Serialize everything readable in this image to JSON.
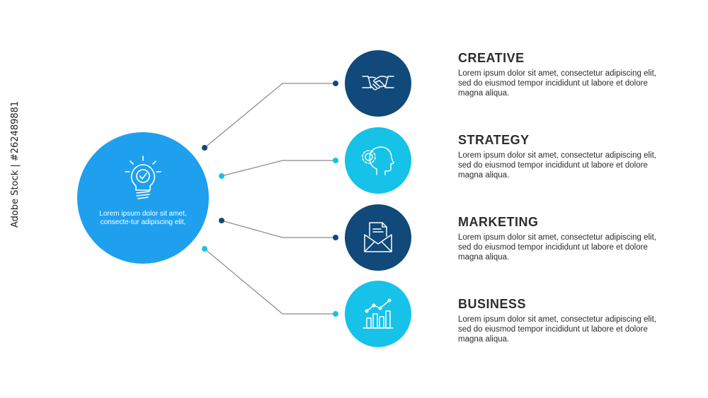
{
  "hub": {
    "text": "Lorem ipsum dolor sit amet, consecte-tur adipiscing elit,",
    "icon": "lightbulb-check-icon",
    "color": "#1ea0ee"
  },
  "items": [
    {
      "title": "CREATIVE",
      "text": "Lorem ipsum dolor sit amet, consectetur adipiscing elit, sed do eiusmod tempor incididunt ut labore et dolore magna aliqua.",
      "icon": "handshake-icon",
      "color": "#10497a"
    },
    {
      "title": "STRATEGY",
      "text": "Lorem ipsum dolor sit amet, consectetur adipiscing elit, sed do eiusmod tempor incididunt ut labore et dolore magna aliqua.",
      "icon": "head-gear-icon",
      "color": "#16c2e8"
    },
    {
      "title": "MARKETING",
      "text": "Lorem ipsum dolor sit amet, consectetur adipiscing elit, sed do eiusmod tempor incididunt ut labore et dolore magna aliqua.",
      "icon": "envelope-document-icon",
      "color": "#10497a"
    },
    {
      "title": "BUSINESS",
      "text": "Lorem ipsum dolor sit amet, consectetur adipiscing elit, sed do eiusmod tempor incididunt ut labore et dolore magna aliqua.",
      "icon": "bar-chart-growth-icon",
      "color": "#16c2e8"
    }
  ],
  "watermark": "Adobe Stock | #262489881"
}
